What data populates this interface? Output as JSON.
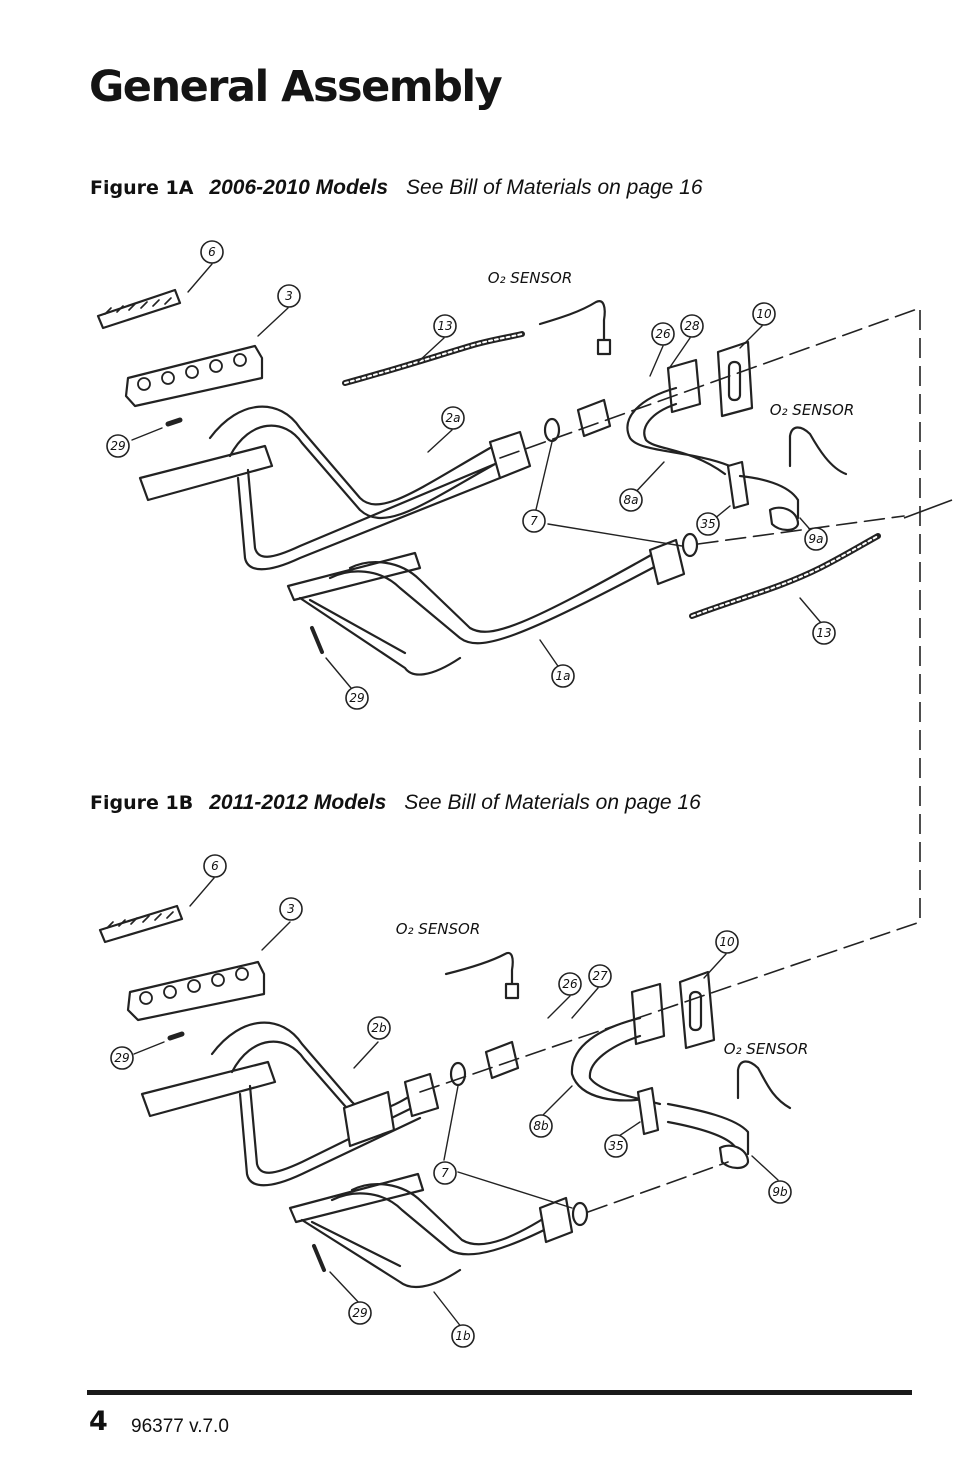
{
  "header": {
    "title": "General Assembly"
  },
  "figures": [
    {
      "label": "Figure 1A",
      "models": "2006-2010 Models",
      "bom_note": "See Bill of Materials on page 16",
      "callouts": [
        "6",
        "3",
        "13",
        "26",
        "28",
        "10",
        "2a",
        "29",
        "7",
        "8a",
        "35",
        "9a",
        "13",
        "1a",
        "29"
      ],
      "sensor_labels": [
        "O₂ SENSOR",
        "O₂ SENSOR"
      ]
    },
    {
      "label": "Figure 1B",
      "models": "2011-2012 Models",
      "bom_note": "See Bill of Materials on page 16",
      "callouts": [
        "6",
        "3",
        "26",
        "27",
        "10",
        "2b",
        "29",
        "7",
        "8b",
        "35",
        "9b",
        "29",
        "1b"
      ],
      "sensor_labels": [
        "O₂ SENSOR",
        "O₂ SENSOR"
      ]
    }
  ],
  "footer": {
    "page_number": "4",
    "doc_version": "96377 v.7.0"
  }
}
